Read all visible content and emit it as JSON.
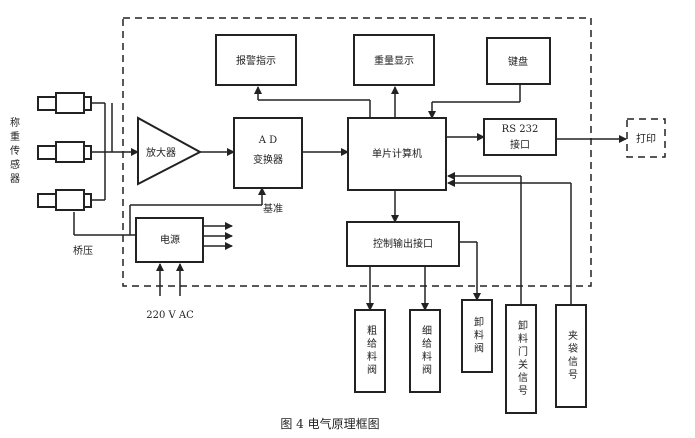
{
  "diagram": {
    "blocks": {
      "alarm": "报警指示",
      "weight_display": "重量显示",
      "keyboard": "键盘",
      "rs232_line1": "RS 232",
      "rs232_line2": "接口",
      "print": "打印",
      "amplifier": "放大器",
      "ad_line1": "A D",
      "ad_line2": "变换器",
      "mcu": "单片计算机",
      "power": "电源",
      "control_output": "控制输出接口",
      "coarse_valve": "粗给料阀",
      "fine_valve": "细给料阀",
      "discharge_valve": "卸料阀",
      "discharge_gate_signal": "卸料门关信号",
      "clamp_bag_signal": "夹袋信号"
    },
    "labels": {
      "weighing_sensor": "称重传感器",
      "reference": "基准",
      "bridge_voltage": "桥压",
      "mains_voltage": "220 V   AC"
    },
    "caption": "图 4    电气原理框图"
  }
}
